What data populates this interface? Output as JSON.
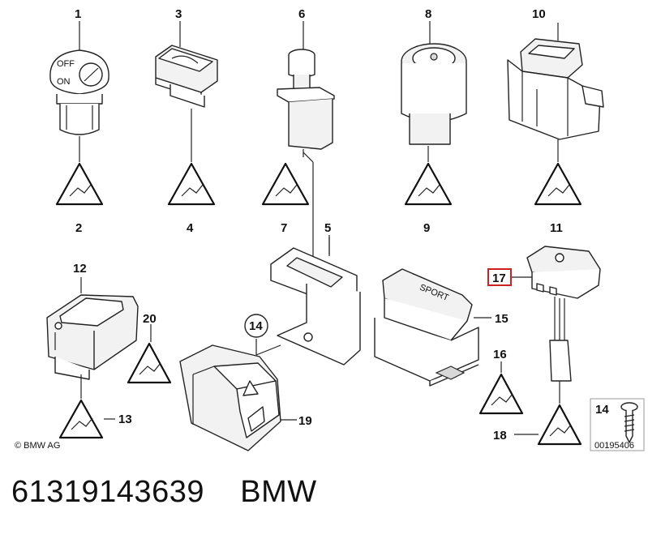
{
  "callouts": {
    "c1": "1",
    "c2": "2",
    "c3": "3",
    "c4": "4",
    "c5": "5",
    "c6": "6",
    "c7": "7",
    "c8": "8",
    "c9": "9",
    "c10": "10",
    "c11": "11",
    "c12": "12",
    "c13": "13",
    "c14": "14",
    "c14b": "14",
    "c15": "15",
    "c16": "16",
    "c17": "17",
    "c18": "18",
    "c19": "19",
    "c20": "20"
  },
  "part_text": {
    "lock_off": "OFF",
    "lock_on": "ON",
    "sport": "SPORT"
  },
  "copyright": "© BMW AG",
  "drawing_number": "00195406",
  "caption": {
    "part_number": "61319143639",
    "brand": "BMW"
  },
  "colors": {
    "highlight": "#cc2222",
    "line": "#222222"
  }
}
